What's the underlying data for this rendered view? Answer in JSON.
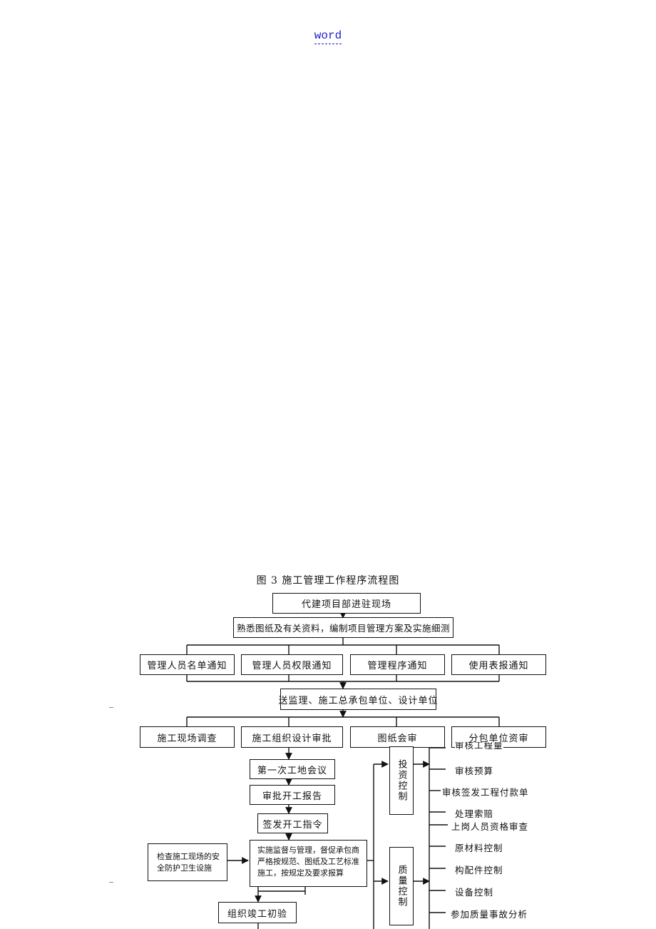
{
  "header": {
    "link_text": "word"
  },
  "figure": {
    "title": "图 3  施工管理工作程序流程图"
  },
  "flow": {
    "step1": "代建项目部进驻现场",
    "step2": "熟悉图纸及有关资料，编制项目管理方案及实施细测",
    "notices": [
      "管理人员名单通知",
      "管理人员权限通知",
      "管理程序通知",
      "使用表报通知"
    ],
    "send": "送监理、施工总承包单位、设计单位",
    "reviews": [
      "施工现场调查",
      "施工组织设计审批",
      "图纸会审",
      "分包单位资审"
    ],
    "meeting": "第一次工地会议",
    "approve_report": "审批开工报告",
    "issue_order": "签发开工指令",
    "supervise": "实施监督与管理，督促承包商严格按规范、图纸及工艺标准施工，按规定及要求报算",
    "safety_check": "检查施工现场的安全防护卫生设施",
    "initial_acceptance": "组织竣工初验",
    "investment_control": "投资控制",
    "quality_control": "质量控制",
    "investment_items": [
      "审核工程量",
      "审核预算",
      "审核签发工程付款单",
      "处理索赔"
    ],
    "quality_items": [
      "上岗人员资格审查",
      "原材料控制",
      "构配件控制",
      "设备控制",
      "参加质量事故分析"
    ]
  }
}
